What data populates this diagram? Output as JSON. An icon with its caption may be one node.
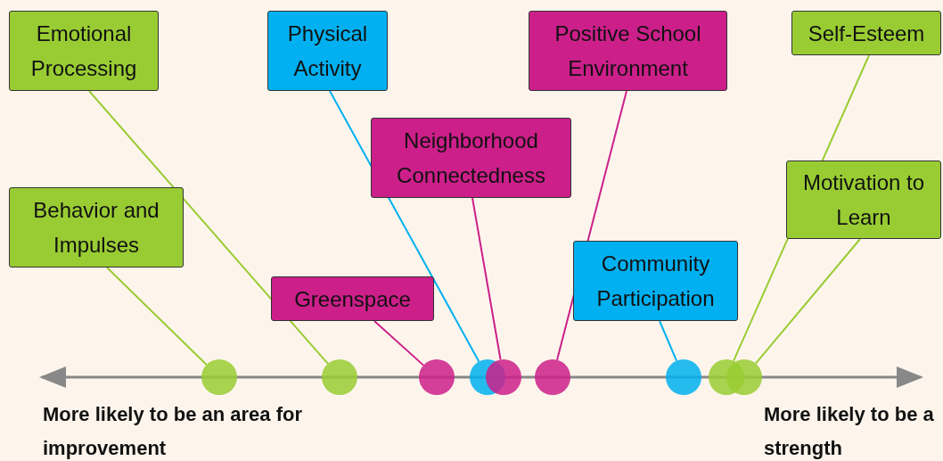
{
  "diagram": {
    "nodes": [
      {
        "text": [
          "Emotional Processing"
        ]
      },
      {
        "text": [
          "Physical Activity"
        ]
      },
      {
        "text": [
          "Positive School Environment"
        ]
      },
      {
        "text": [
          "Self-Esteem"
        ]
      },
      {
        "text": [
          "Neighborhood Connectedness"
        ]
      },
      {
        "text": [
          "Behavior and Impulses"
        ]
      },
      {
        "text": [
          "Motivation to Learn"
        ]
      },
      {
        "text": [
          "Greenspace"
        ]
      },
      {
        "text": [
          "Community Participation"
        ]
      },
      {
        "text": [],
        "shape": "circle"
      },
      {
        "text": [],
        "shape": "circle"
      },
      {
        "text": [],
        "shape": "circle"
      },
      {
        "text": [],
        "shape": "circle"
      },
      {
        "text": [],
        "shape": "circle"
      },
      {
        "text": [],
        "shape": "circle"
      },
      {
        "text": [],
        "shape": "circle"
      },
      {
        "text": [],
        "shape": "circle"
      },
      {
        "text": [],
        "shape": "circle"
      }
    ],
    "edges": [
      {
        "from": 0,
        "to": 10,
        "arrow": "none",
        "color": "#99cc33"
      },
      {
        "from": 1,
        "to": 12,
        "arrow": "none",
        "color": "#00b0f0"
      },
      {
        "from": 2,
        "to": 14,
        "arrow": "none",
        "color": "#cc1f8a"
      },
      {
        "from": 3,
        "to": 16,
        "arrow": "none",
        "color": "#99cc33"
      },
      {
        "from": 4,
        "to": 13,
        "arrow": "none",
        "color": "#cc1f8a"
      },
      {
        "from": 5,
        "to": 9,
        "arrow": "none",
        "color": "#99cc33"
      },
      {
        "from": 6,
        "to": 17,
        "arrow": "none",
        "color": "#99cc33"
      },
      {
        "from": 7,
        "to": 11,
        "arrow": "none",
        "color": "#cc1f8a"
      },
      {
        "from": 8,
        "to": 15,
        "arrow": "none",
        "color": "#00b0f0"
      }
    ],
    "labels": [
      "More likely to be an area for improvement",
      "More likely to be a strength"
    ]
  }
}
